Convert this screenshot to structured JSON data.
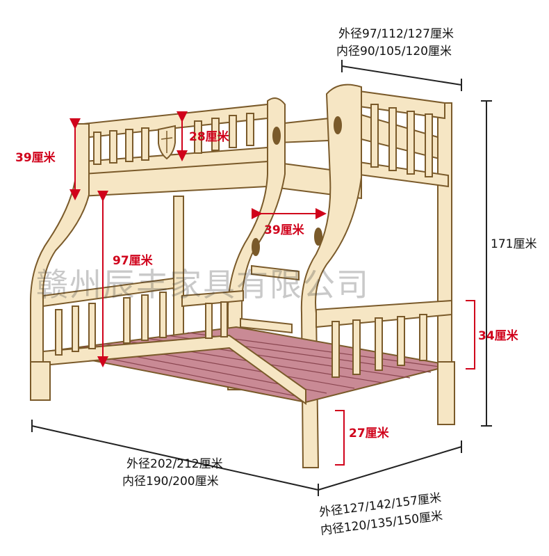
{
  "labels": {
    "top_outer": "外径97/112/127厘米",
    "top_inner": "内径90/105/120厘米",
    "headboard_39": "39厘米",
    "shield_28": "28厘米",
    "clearance_97": "97厘米",
    "ladder_39": "39厘米",
    "total_171": "171厘米",
    "lower_guard_34": "34厘米",
    "leg_27": "27厘米",
    "length_outer": "外径202/212厘米",
    "length_inner": "内径190/200厘米",
    "bottom_outer": "外径127/142/157厘米",
    "bottom_inner": "内径120/135/150厘米"
  },
  "watermark": "赣州辰丰家具有限公司",
  "colors": {
    "wood": "#f6e6c4",
    "wood_stroke": "#7a5a2a",
    "slat": "#c98a95",
    "red": "#d0021b",
    "dim_line": "#222222"
  }
}
